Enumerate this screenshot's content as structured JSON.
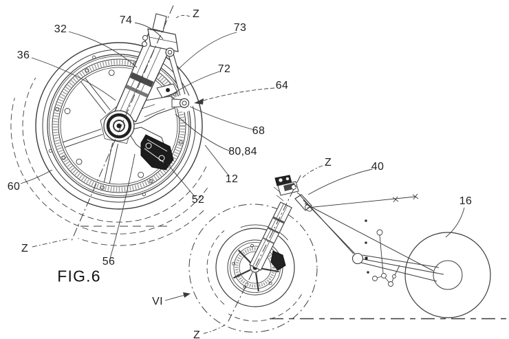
{
  "figure": {
    "caption": "FIG.6",
    "detail_marker": "VI",
    "steering_axis_label": "Z"
  },
  "labels": {
    "l32": "32",
    "l36": "36",
    "l74": "74",
    "l73": "73",
    "l72": "72",
    "l64": "64",
    "l68": "68",
    "l80_84": "80,84",
    "l12": "12",
    "l52": "52",
    "l60": "60",
    "l56": "56",
    "l40": "40",
    "l16": "16",
    "z_top": "Z",
    "z_left": "Z",
    "z_small_top": "Z",
    "z_small_bottom": "Z",
    "vi": "VI",
    "fig": "FIG.6"
  },
  "colors": {
    "ink": "#3a3a3a",
    "dark_fill": "#1c1c1c",
    "background": "#ffffff"
  }
}
